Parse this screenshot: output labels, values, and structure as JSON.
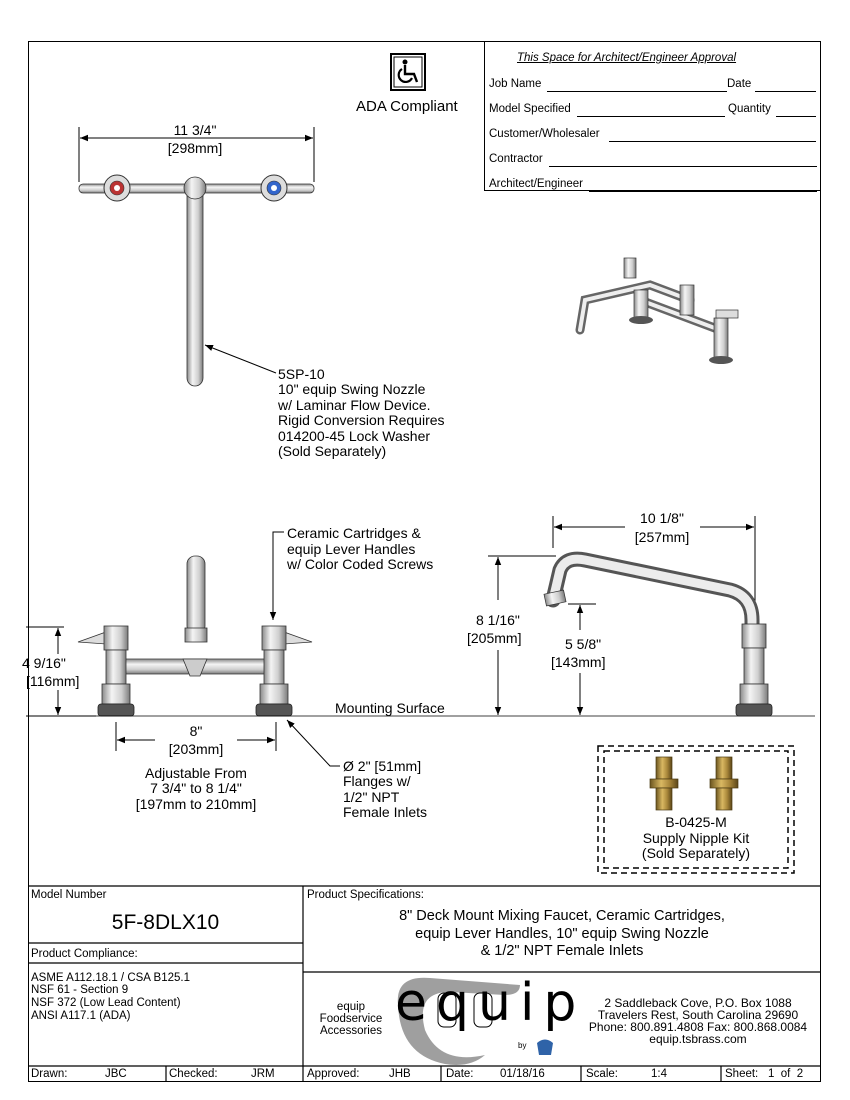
{
  "ada": {
    "label": "ADA Compliant"
  },
  "approval": {
    "heading": "This Space for Architect/Engineer Approval",
    "job_name": "Job Name",
    "date": "Date",
    "model_specified": "Model Specified",
    "quantity": "Quantity",
    "customer": "Customer/Wholesaler",
    "contractor": "Contractor",
    "architect": "Architect/Engineer"
  },
  "top_view": {
    "width_in": "11 3/4\"",
    "width_mm": "298mm",
    "nozzle_note": [
      "5SP-10",
      "10\" equip Swing Nozzle",
      "w/ Laminar Flow Device.",
      "Rigid Conversion Requires",
      "014200-45 Lock Washer",
      "(Sold Separately)"
    ]
  },
  "front_view": {
    "cartridge_note": [
      "Ceramic Cartridges &",
      "equip Lever Handles",
      "w/ Color Coded Screws"
    ],
    "height_in": "4 9/16\"",
    "height_mm": "116mm",
    "center_in": "8\"",
    "center_mm": "203mm",
    "adjustable": [
      "Adjustable From",
      "7 3/4\" to 8 1/4\"",
      "[197mm to 210mm]"
    ],
    "flange_note": [
      "Ø 2\" [51mm]",
      "Flanges w/",
      "1/2\" NPT",
      "Female Inlets"
    ],
    "mounting_surface": "Mounting Surface"
  },
  "side_view": {
    "reach_in": "10 1/8\"",
    "reach_mm": "257mm",
    "height_in": "8 1/16\"",
    "height_mm": "205mm",
    "spout_in": "5 5/8\"",
    "spout_mm": "143mm"
  },
  "kit": {
    "lines": [
      "B-0425-M",
      "Supply Nipple Kit",
      "(Sold Separately)"
    ]
  },
  "title_block": {
    "model_label": "Model Number",
    "model": "5F-8DLX10",
    "compliance_label": "Product Compliance:",
    "compliance": [
      "ASME A112.18.1 / CSA B125.1",
      "NSF 61 - Section 9",
      "NSF 372 (Low Lead Content)",
      "ANSI A117.1 (ADA)"
    ],
    "spec_label": "Product Specifications:",
    "spec": [
      "8\" Deck Mount Mixing Faucet, Ceramic Cartridges,",
      "equip Lever Handles, 10\" equip Swing Nozzle",
      "& 1/2\" NPT Female Inlets"
    ],
    "brand_tag": [
      "equip",
      "Foodservice",
      "Accessories"
    ],
    "brand_logo": "equip",
    "brand_by": "by",
    "address": [
      "2 Saddleback Cove, P.O. Box 1088",
      "Travelers Rest, South Carolina 29690",
      "Phone: 800.891.4808  Fax: 800.868.0084",
      "equip.tsbrass.com"
    ]
  },
  "footer": {
    "drawn_label": "Drawn:",
    "drawn": "JBC",
    "checked_label": "Checked:",
    "checked": "JRM",
    "approved_label": "Approved:",
    "approved": "JHB",
    "date_label": "Date:",
    "date": "01/18/16",
    "scale_label": "Scale:",
    "scale": "1:4",
    "sheet_label": "Sheet:",
    "sheet": "1  of  2"
  }
}
